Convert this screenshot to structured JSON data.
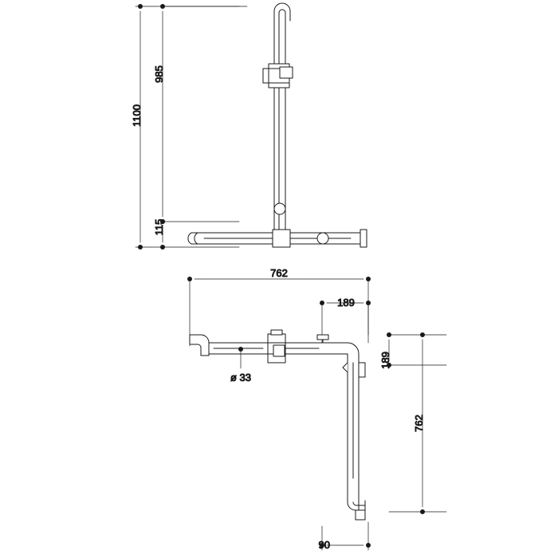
{
  "drawing": {
    "title": "Shower grab bar with sliding rail - technical dimension drawing",
    "line_color": "#1a1a1a",
    "fill_color": "#ffffff",
    "views": [
      {
        "name": "front-elevation",
        "label": ""
      },
      {
        "name": "plan-view",
        "label": ""
      }
    ],
    "dimensions": {
      "height_total": "1100",
      "height_rail": "985",
      "height_lower": "115",
      "width_total": "762",
      "offset_a": "189",
      "offset_b": "189",
      "depth_total": "762",
      "depth_end": "90",
      "diameter": "ø 33"
    }
  }
}
